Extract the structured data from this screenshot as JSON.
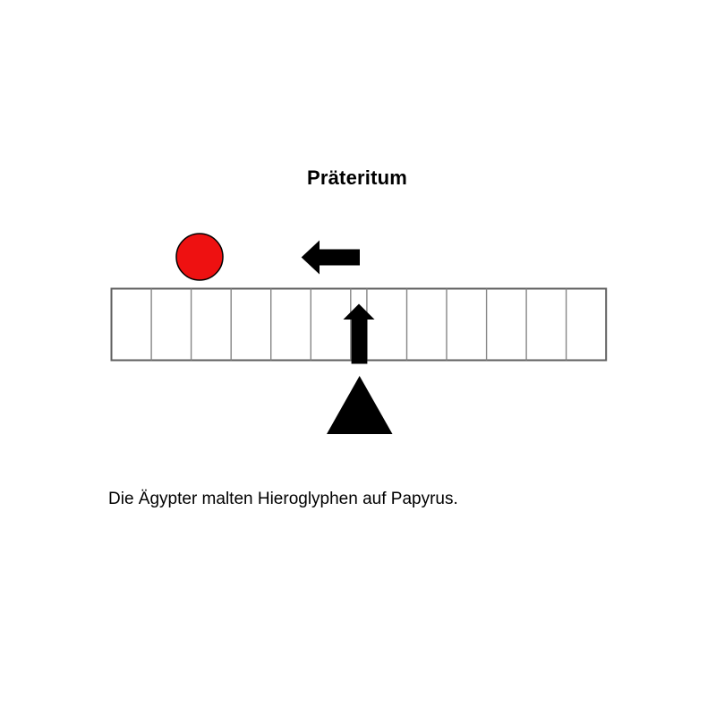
{
  "title": {
    "text": "Präteritum"
  },
  "sentence": {
    "text": "Die Ägypter malten Hieroglyphen auf Papyrus."
  },
  "colors": {
    "background": "#ffffff",
    "ink": "#000000",
    "red": "#ee1111",
    "grid_line": "#868686",
    "grid_border": "#5f5f5f"
  },
  "diagram": {
    "timeline": {
      "cells": 13,
      "narrow_cell_index": 6
    },
    "icons": [
      "red-circle-icon",
      "left-arrow-icon",
      "timeline-grid",
      "up-arrow-icon",
      "triangle-pointer-icon"
    ]
  }
}
